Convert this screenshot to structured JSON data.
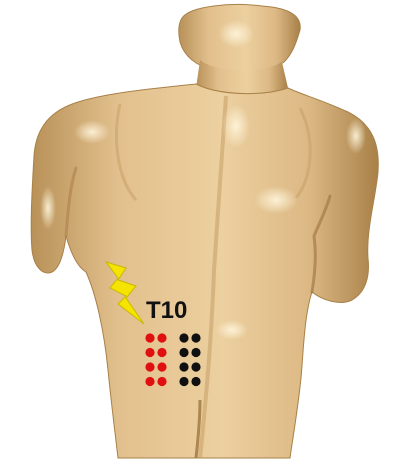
{
  "figure": {
    "label": "T10",
    "colors": {
      "background": "#ffffff",
      "body": "#e2c08d",
      "body_highlight": "#f3dcb0",
      "body_shadow": "#b89158",
      "stimulus_bolt": "#f5e400",
      "electrodes_active": "#e01010",
      "electrodes_inactive": "#101010",
      "label": "#111111"
    },
    "icons": {
      "stimulus": "lightning-bolt-icon",
      "electrode": "dot"
    },
    "electrode_grid": {
      "rows": 4,
      "columns": 4,
      "active_columns": 2,
      "inactive_columns": 2
    }
  }
}
